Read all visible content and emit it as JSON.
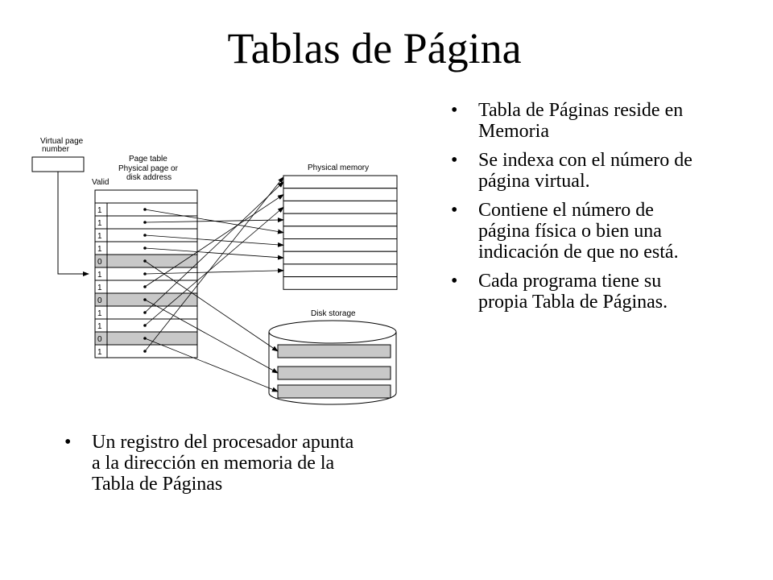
{
  "title": "Tablas de Página",
  "right_bullets": [
    "Tabla de Páginas reside en Memoria",
    "Se indexa con el número de página virtual.",
    "Contiene el número de página física o bien una indicación de que no está.",
    "Cada programa tiene su propia Tabla de Páginas."
  ],
  "bottom_bullets": [
    "Un registro del procesador apunta a la dirección en memoria de la Tabla de Páginas"
  ],
  "diagram": {
    "register_label_top": "Virtual page",
    "register_label": "number",
    "page_table_title": "Page table",
    "page_table_subtitle_1": "Physical page or",
    "page_table_subtitle_2": "disk address",
    "valid_label": "Valid",
    "valid_bits": [
      "1",
      "1",
      "1",
      "1",
      "0",
      "1",
      "1",
      "0",
      "1",
      "1",
      "0",
      "1"
    ],
    "physical_memory_label": "Physical memory",
    "disk_storage_label": "Disk storage",
    "invalid_row_color": "#c8c8c8",
    "disk_slot_color": "#c8c8c8"
  }
}
